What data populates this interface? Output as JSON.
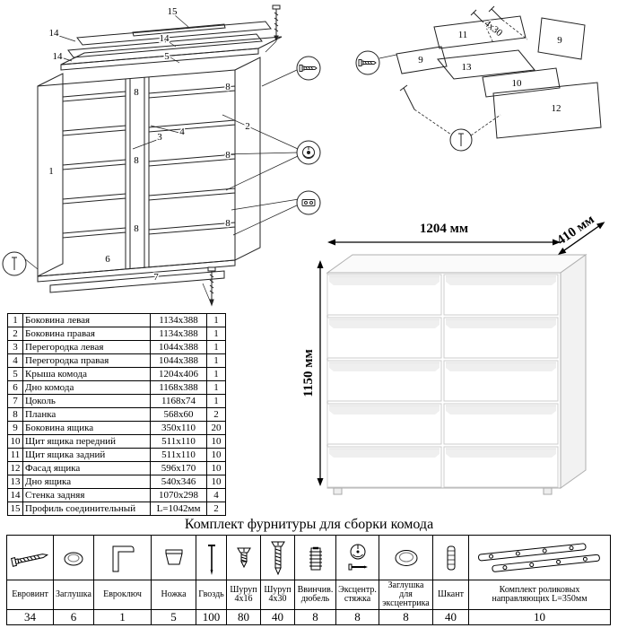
{
  "parts": {
    "rows": [
      {
        "num": "1",
        "name": "Боковина левая",
        "size": "1134x388",
        "qty": "1"
      },
      {
        "num": "2",
        "name": "Боковина правая",
        "size": "1134x388",
        "qty": "1"
      },
      {
        "num": "3",
        "name": "Перегородка левая",
        "size": "1044x388",
        "qty": "1"
      },
      {
        "num": "4",
        "name": "Перегородка правая",
        "size": "1044x388",
        "qty": "1"
      },
      {
        "num": "5",
        "name": "Крыша комода",
        "size": "1204x406",
        "qty": "1"
      },
      {
        "num": "6",
        "name": "Дно комода",
        "size": "1168x388",
        "qty": "1"
      },
      {
        "num": "7",
        "name": "Цоколь",
        "size": "1168x74",
        "qty": "1"
      },
      {
        "num": "8",
        "name": "Планка",
        "size": "568x60",
        "qty": "2"
      },
      {
        "num": "9",
        "name": "Боковина ящика",
        "size": "350x110",
        "qty": "20"
      },
      {
        "num": "10",
        "name": "Щит ящика передний",
        "size": "511x110",
        "qty": "10"
      },
      {
        "num": "11",
        "name": "Щит ящика задний",
        "size": "511x110",
        "qty": "10"
      },
      {
        "num": "12",
        "name": "Фасад ящика",
        "size": "596x170",
        "qty": "10"
      },
      {
        "num": "13",
        "name": "Дно ящика",
        "size": "540x346",
        "qty": "10"
      },
      {
        "num": "14",
        "name": "Стенка задняя",
        "size": "1070x298",
        "qty": "4"
      },
      {
        "num": "15",
        "name": "Профиль соединительный",
        "size": "L=1042мм",
        "qty": "2"
      }
    ]
  },
  "figure": {
    "width": "1204 мм",
    "depth": "410 мм",
    "height": "1150 мм"
  },
  "diagrams": {
    "main": {
      "labels": [
        "15",
        "14",
        "14",
        "14",
        "5",
        "1",
        "2",
        "3",
        "4",
        "8",
        "8",
        "8",
        "8",
        "8",
        "8",
        "7",
        "6"
      ]
    },
    "drawer": {
      "labels": [
        "11",
        "9",
        "9",
        "13",
        "10",
        "12"
      ],
      "screw": "4x30"
    }
  },
  "hardware": {
    "title": "Комплект фурнитуры для сборки комода",
    "items": [
      {
        "name": "Евровинт",
        "qty": "34"
      },
      {
        "name": "Заглушка",
        "qty": "6"
      },
      {
        "name": "Евроключ",
        "qty": "1"
      },
      {
        "name": "Ножка",
        "qty": "5"
      },
      {
        "name": "Гвоздь",
        "qty": "100"
      },
      {
        "name": "Шуруп 4x16",
        "qty": "80"
      },
      {
        "name": "Шуруп 4x30",
        "qty": "40"
      },
      {
        "name": "Ввинчив. дюбель",
        "qty": "8"
      },
      {
        "name": "Эксцентр. стяжка",
        "qty": "8"
      },
      {
        "name": "Заглушка для эксцентрика",
        "qty": "8"
      },
      {
        "name": "Шкант",
        "qty": "40"
      },
      {
        "name": "Комплект роликовых направляющих L=350мм",
        "qty": "10"
      }
    ]
  }
}
